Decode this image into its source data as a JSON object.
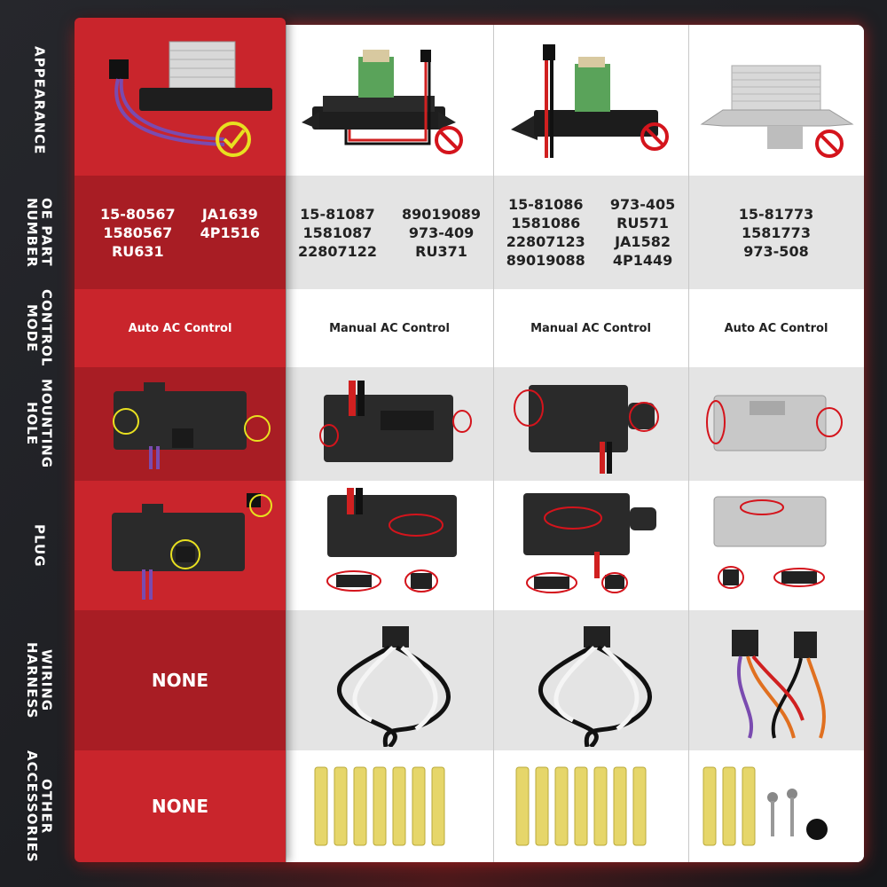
{
  "row_labels": [
    "APPEARANCE",
    "OE PART\nNUMBER",
    "CONTROL\nMODE",
    "MOUNTING\nHOLE",
    "PLUG",
    "WIRING\nHARNESS",
    "OTHER\nACCESSORIES"
  ],
  "columns": [
    {
      "part_numbers": [
        "15-80567",
        "JA1639",
        "1580567",
        "4P1516",
        "RU631"
      ],
      "control_mode": "Auto AC Control",
      "wiring_harness": "NONE",
      "other_accessories": "NONE"
    },
    {
      "part_numbers": [
        "15-81087",
        "89019089",
        "1581087",
        "973-409",
        "22807122",
        "RU371"
      ],
      "control_mode": "Manual AC Control"
    },
    {
      "part_numbers": [
        "15-81086",
        "973-405",
        "1581086",
        "RU571",
        "22807123",
        "JA1582",
        "89019088",
        "4P1449"
      ],
      "control_mode": "Manual AC Control"
    },
    {
      "part_numbers": [
        "15-81773",
        "1581773",
        "973-508"
      ],
      "control_mode": "Auto AC Control"
    }
  ],
  "colors": {
    "accent_red": "#c9252c",
    "highlight_yellow": "#e8e020",
    "mark_red": "#d4141c"
  },
  "icons": [
    "check-mark-icon",
    "prohibited-icon"
  ]
}
